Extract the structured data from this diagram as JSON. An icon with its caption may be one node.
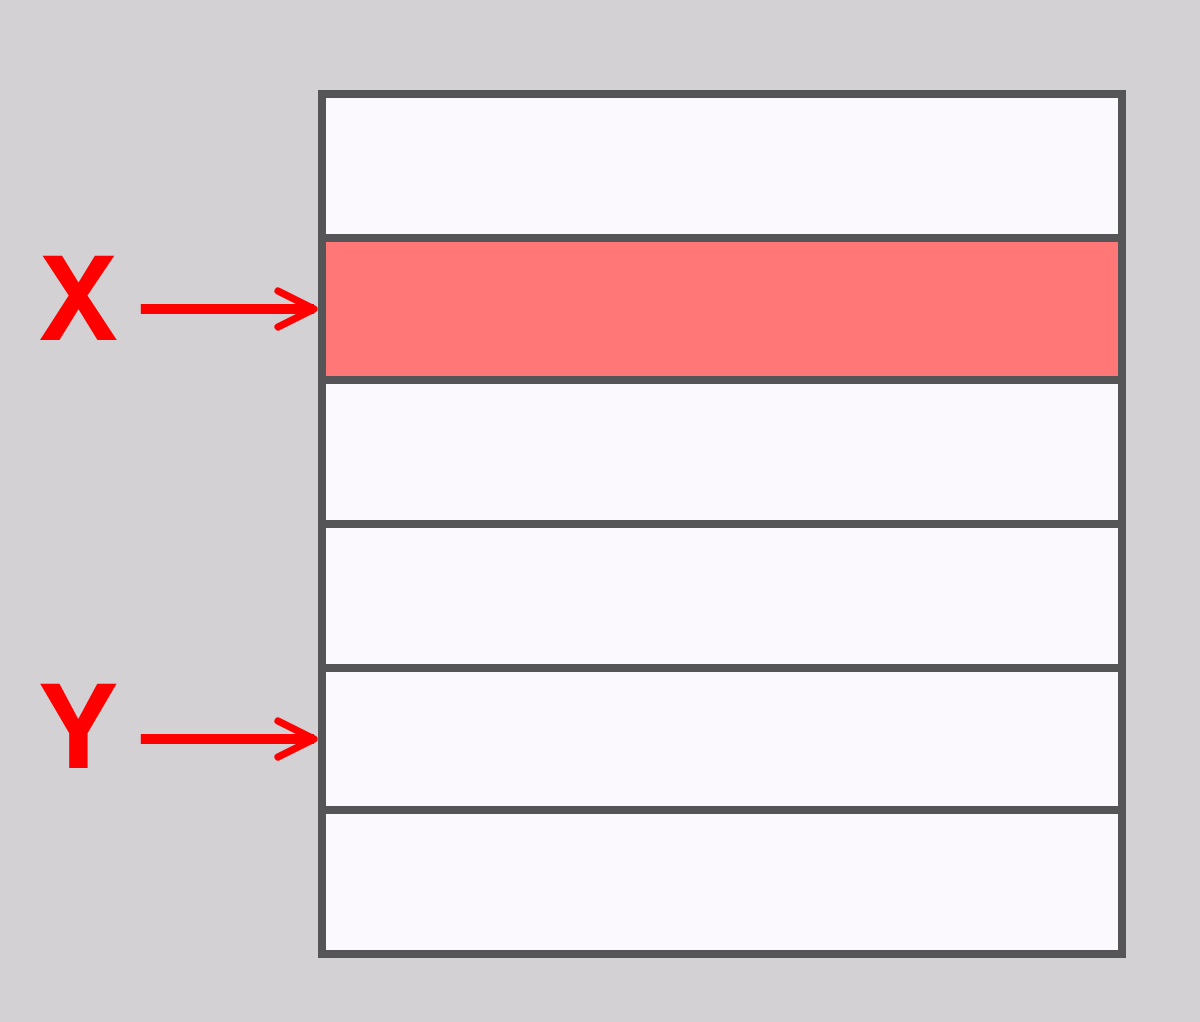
{
  "diagram": {
    "nodes": [
      {
        "text": [],
        "shape": "box"
      },
      {
        "text": [],
        "shape": "box"
      },
      {
        "text": [],
        "shape": "box"
      },
      {
        "text": [],
        "shape": "box"
      },
      {
        "text": [],
        "shape": "box"
      },
      {
        "text": [],
        "shape": "box"
      },
      {
        "text": [
          "X"
        ]
      },
      {
        "text": [
          "Y"
        ]
      }
    ],
    "edges": [
      {
        "from": 6,
        "to": 1,
        "arrow": "to"
      },
      {
        "from": 7,
        "to": 4,
        "arrow": "to"
      }
    ]
  }
}
